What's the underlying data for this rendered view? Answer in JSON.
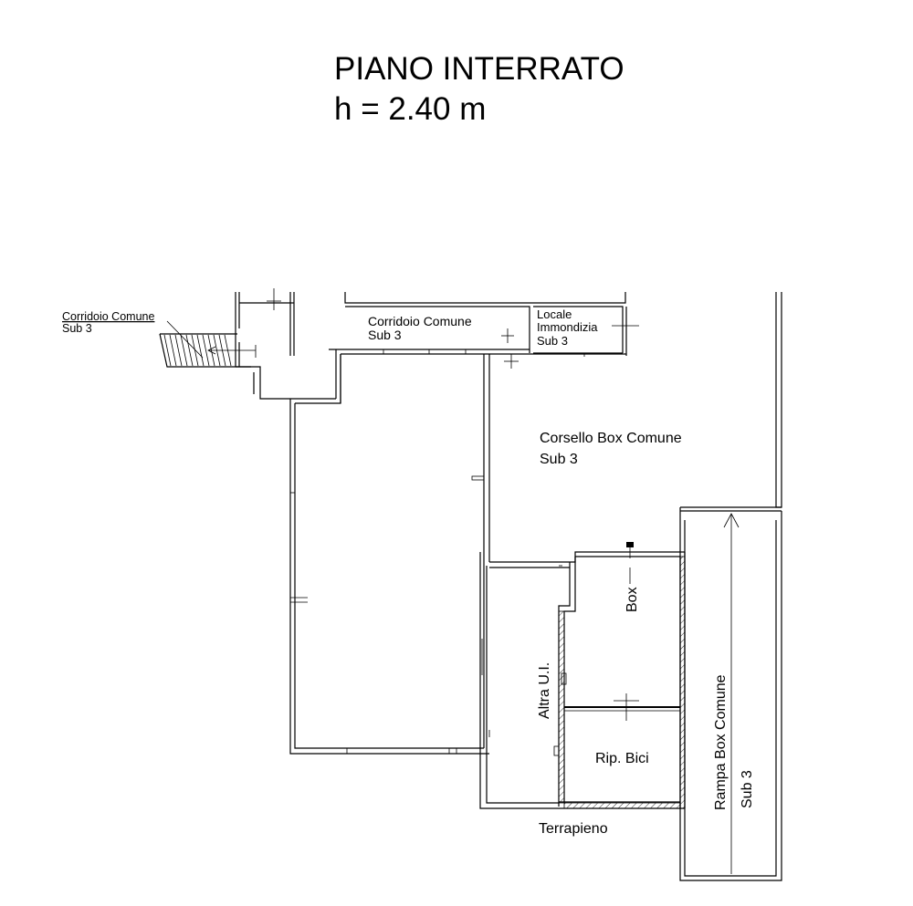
{
  "title": {
    "line1": "PIANO INTERRATO",
    "line2": "h = 2.40 m"
  },
  "rooms": {
    "stair_corridor": {
      "name": "Corridoio Comune",
      "sub": "Sub 3"
    },
    "corridor": {
      "name": "Corridoio Comune",
      "sub": "Sub 3"
    },
    "waste_room": {
      "name_line1": "Locale",
      "name_line2": "Immondizia",
      "sub": "Sub 3"
    },
    "box_aisle": {
      "name": "Corsello Box Comune",
      "sub": "Sub 3"
    },
    "box": {
      "name": "Box"
    },
    "other_unit": {
      "name": "Altra U.I."
    },
    "bike_storage": {
      "name": "Rip. Bici"
    },
    "ramp": {
      "name": "Rampa Box Comune",
      "sub": "Sub 3"
    },
    "embankment": {
      "name": "Terrapieno"
    }
  }
}
